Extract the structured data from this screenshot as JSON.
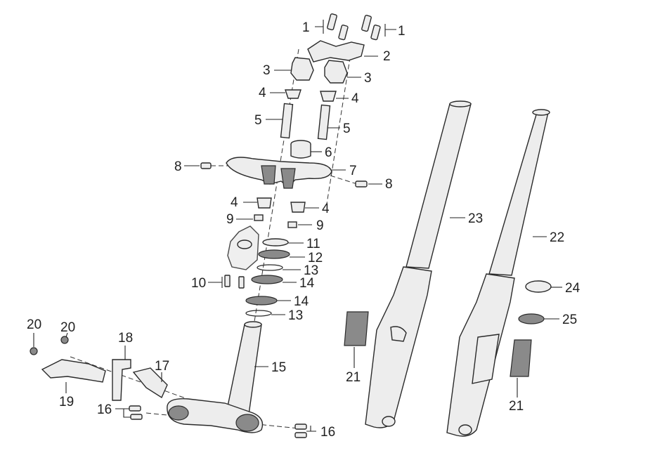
{
  "callouts": [
    {
      "id": "c1a",
      "label": "1"
    },
    {
      "id": "c1b",
      "label": "1"
    },
    {
      "id": "c2",
      "label": "2"
    },
    {
      "id": "c3a",
      "label": "3"
    },
    {
      "id": "c3b",
      "label": "3"
    },
    {
      "id": "c4a",
      "label": "4"
    },
    {
      "id": "c4b",
      "label": "4"
    },
    {
      "id": "c4c",
      "label": "4"
    },
    {
      "id": "c4d",
      "label": "4"
    },
    {
      "id": "c5a",
      "label": "5"
    },
    {
      "id": "c5b",
      "label": "5"
    },
    {
      "id": "c6",
      "label": "6"
    },
    {
      "id": "c7",
      "label": "7"
    },
    {
      "id": "c8a",
      "label": "8"
    },
    {
      "id": "c8b",
      "label": "8"
    },
    {
      "id": "c9a",
      "label": "9"
    },
    {
      "id": "c9b",
      "label": "9"
    },
    {
      "id": "c10",
      "label": "10"
    },
    {
      "id": "c11",
      "label": "11"
    },
    {
      "id": "c12",
      "label": "12"
    },
    {
      "id": "c13a",
      "label": "13"
    },
    {
      "id": "c13b",
      "label": "13"
    },
    {
      "id": "c14a",
      "label": "14"
    },
    {
      "id": "c14b",
      "label": "14"
    },
    {
      "id": "c15",
      "label": "15"
    },
    {
      "id": "c16a",
      "label": "16"
    },
    {
      "id": "c16b",
      "label": "16"
    },
    {
      "id": "c17",
      "label": "17"
    },
    {
      "id": "c18",
      "label": "18"
    },
    {
      "id": "c19",
      "label": "19"
    },
    {
      "id": "c20a",
      "label": "20"
    },
    {
      "id": "c20b",
      "label": "20"
    },
    {
      "id": "c21a",
      "label": "21"
    },
    {
      "id": "c21b",
      "label": "21"
    },
    {
      "id": "c22",
      "label": "22"
    },
    {
      "id": "c23",
      "label": "23"
    },
    {
      "id": "c24",
      "label": "24"
    },
    {
      "id": "c25",
      "label": "25"
    }
  ]
}
